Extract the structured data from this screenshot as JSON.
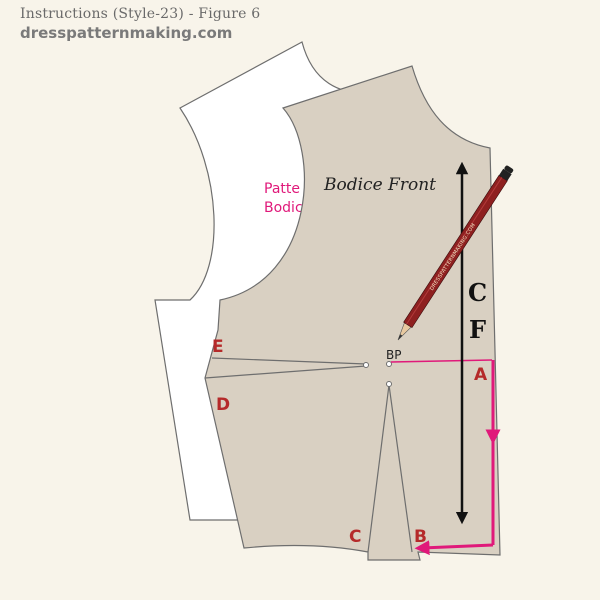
{
  "header": {
    "title": "Instructions (Style-23) -  Figure 6",
    "site": "dresspatternmaking.com"
  },
  "diagram": {
    "piece_title": "Bodice Front",
    "underlay_text_line1": "Patte",
    "underlay_text_line2": "Bodic",
    "center_front_letter1": "C",
    "center_front_letter2": "F",
    "bust_point": "BP",
    "points": {
      "A": "A",
      "B": "B",
      "C": "C",
      "D": "D",
      "E": "E"
    },
    "pencil_brand": "DRESSPATTERNMAKING.COM",
    "colors": {
      "background": "#f8f4ea",
      "bodice_fill": "#d9d0c2",
      "outline": "#6e6e6e",
      "point_labels": "#b52a2a",
      "arrows": "#e0197a",
      "arrow_black": "#111111",
      "pencil_body": "#8e2020"
    }
  }
}
